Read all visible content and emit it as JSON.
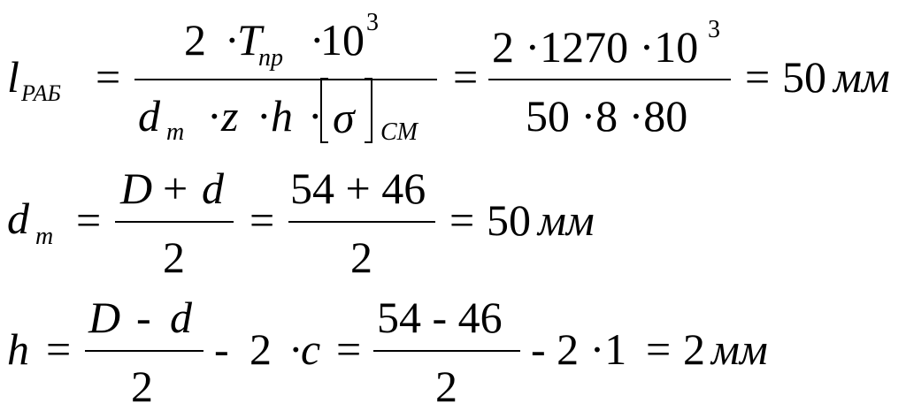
{
  "eq1": {
    "lhs_var": "l",
    "lhs_sub": "РАБ",
    "eq_sign": "=",
    "num1_two": "2",
    "dot": "·",
    "num1_T": "T",
    "num1_T_sub": "пр",
    "num1_ten": "10",
    "num1_exp": "3",
    "den1_d": "d",
    "den1_d_sub": "т",
    "den1_z": "z",
    "den1_h": "h",
    "den1_sigma": "σ",
    "den1_sigma_sub": "СМ",
    "num2": "2 ·1270 ·10",
    "num2_exp": "3",
    "den2": "50 ·8 ·80",
    "result_num": "50",
    "result_unit": "мм"
  },
  "eq2": {
    "lhs_var": "d",
    "lhs_sub": "т",
    "eq_sign": "=",
    "num1_D": "D",
    "num1_plus": "+",
    "num1_d": "d",
    "den1": "2",
    "num2": "54 + 46",
    "den2": "2",
    "result_num": "50",
    "result_unit": "мм"
  },
  "eq3": {
    "lhs_var": "h",
    "eq_sign": "=",
    "num1_D": "D",
    "num1_minus": "-",
    "num1_d": "d",
    "den1": "2",
    "minus": "-",
    "two": "2",
    "dot": "·",
    "c": "c",
    "num2": "54 -  46",
    "den2": "2",
    "tail": "-  2 ·1",
    "result_num": "2",
    "result_unit": "мм"
  }
}
